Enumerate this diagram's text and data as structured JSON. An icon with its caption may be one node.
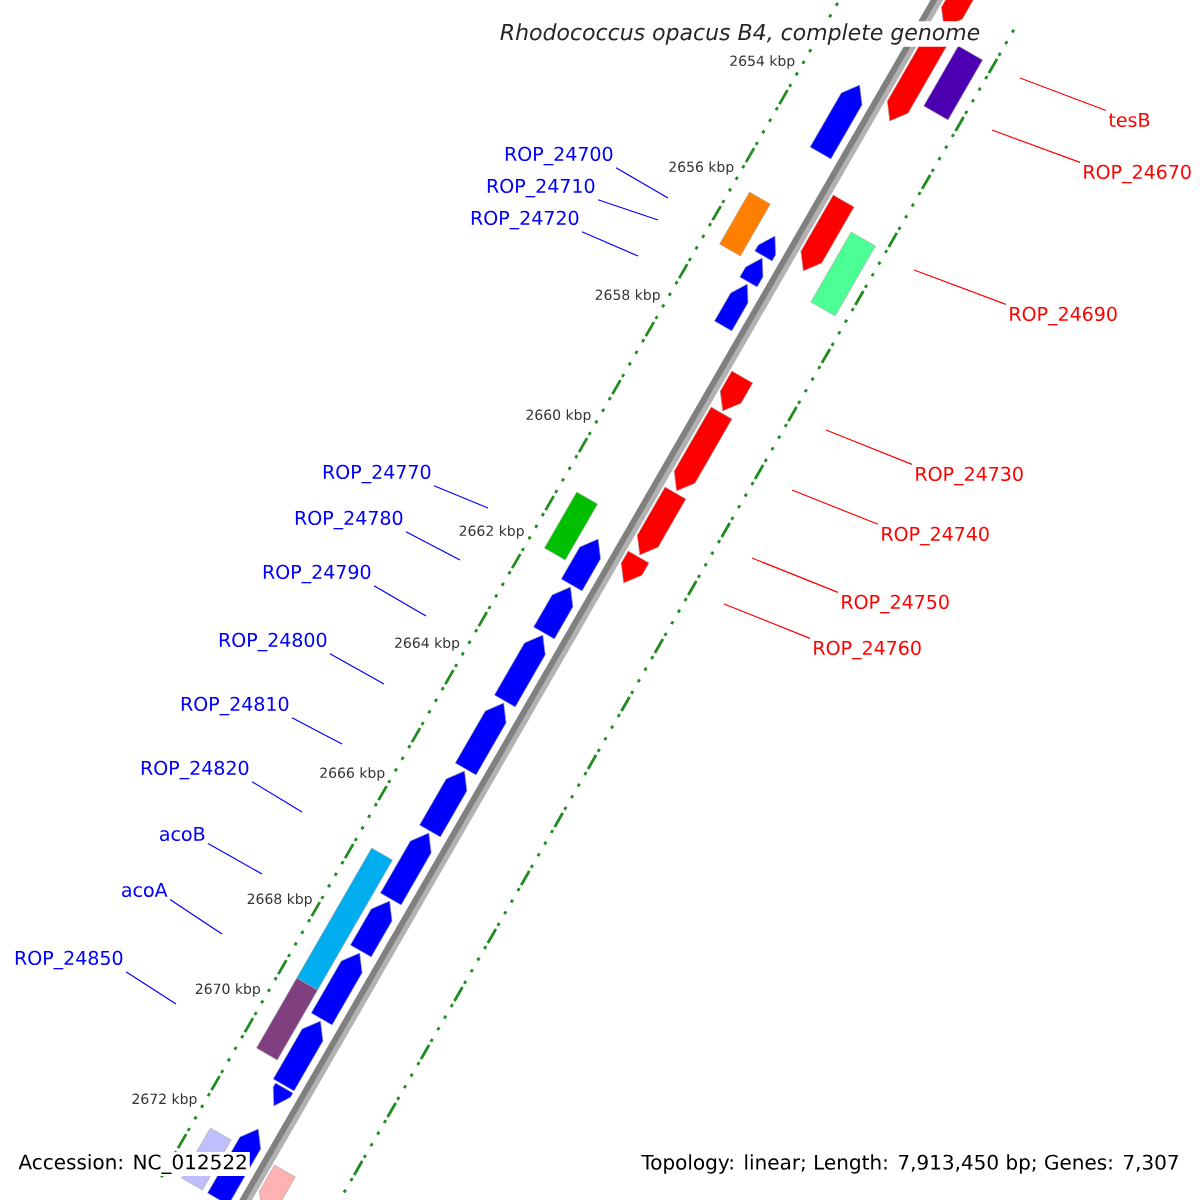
{
  "diagram": {
    "title": "Rhodococcus opacus B4, complete genome",
    "nodes": [
      {
        "text": [
          "tesB"
        ]
      },
      {
        "text": [
          "ROP_24670"
        ]
      },
      {
        "text": [
          "ROP_24700"
        ]
      },
      {
        "text": [
          "ROP_24710"
        ]
      },
      {
        "text": [
          "ROP_24720"
        ]
      },
      {
        "text": [
          "ROP_24690"
        ]
      },
      {
        "text": [
          "ROP_24730"
        ]
      },
      {
        "text": [
          "ROP_24770"
        ]
      },
      {
        "text": [
          "ROP_24740"
        ]
      },
      {
        "text": [
          "ROP_24780"
        ]
      },
      {
        "text": [
          "ROP_24790"
        ]
      },
      {
        "text": [
          "ROP_24750"
        ]
      },
      {
        "text": [
          "ROP_24760"
        ]
      },
      {
        "text": [
          "ROP_24800"
        ]
      },
      {
        "text": [
          "ROP_24810"
        ]
      },
      {
        "text": [
          "ROP_24820"
        ]
      },
      {
        "text": [
          "acoB"
        ]
      },
      {
        "text": [
          "acoA"
        ]
      },
      {
        "text": [
          "ROP_24850"
        ]
      }
    ],
    "edges": [
      {
        "from": 0,
        "to": null,
        "arrow": "none",
        "color": "#ff0000"
      },
      {
        "from": 1,
        "to": null,
        "arrow": "none",
        "color": "#ff0000"
      },
      {
        "from": 2,
        "to": null,
        "arrow": "none"
      },
      {
        "from": 3,
        "to": null,
        "arrow": "none"
      },
      {
        "from": 4,
        "to": null,
        "arrow": "none"
      },
      {
        "from": 5,
        "to": null,
        "arrow": "none",
        "color": "#ff0000"
      },
      {
        "from": 6,
        "to": null,
        "arrow": "none",
        "color": "#ff0000"
      },
      {
        "from": 7,
        "to": null,
        "arrow": "none"
      },
      {
        "from": 8,
        "to": null,
        "arrow": "none",
        "color": "#ff0000"
      },
      {
        "from": 9,
        "to": null,
        "arrow": "none"
      },
      {
        "from": 10,
        "to": null,
        "arrow": "none"
      },
      {
        "from": 11,
        "to": null,
        "arrow": "none",
        "color": "#ff0000"
      },
      {
        "from": 12,
        "to": null,
        "arrow": "none",
        "color": "#ff0000"
      },
      {
        "from": 13,
        "to": null,
        "arrow": "none"
      },
      {
        "from": 14,
        "to": null,
        "arrow": "none"
      },
      {
        "from": 15,
        "to": null,
        "arrow": "none"
      },
      {
        "from": 16,
        "to": null,
        "arrow": "none"
      },
      {
        "from": 17,
        "to": null,
        "arrow": "none"
      },
      {
        "from": 18,
        "to": null,
        "arrow": "none"
      }
    ],
    "labels": [
      "2654 kbp",
      "2656 kbp",
      "2658 kbp",
      "2660 kbp",
      "2662 kbp",
      "2664 kbp",
      "2666 kbp",
      "2668 kbp",
      "2670 kbp",
      "2672 kbp",
      "Accession: NC_012522",
      "Topology: linear; Length: 7,913,450 bp; Genes: 7,307"
    ]
  }
}
